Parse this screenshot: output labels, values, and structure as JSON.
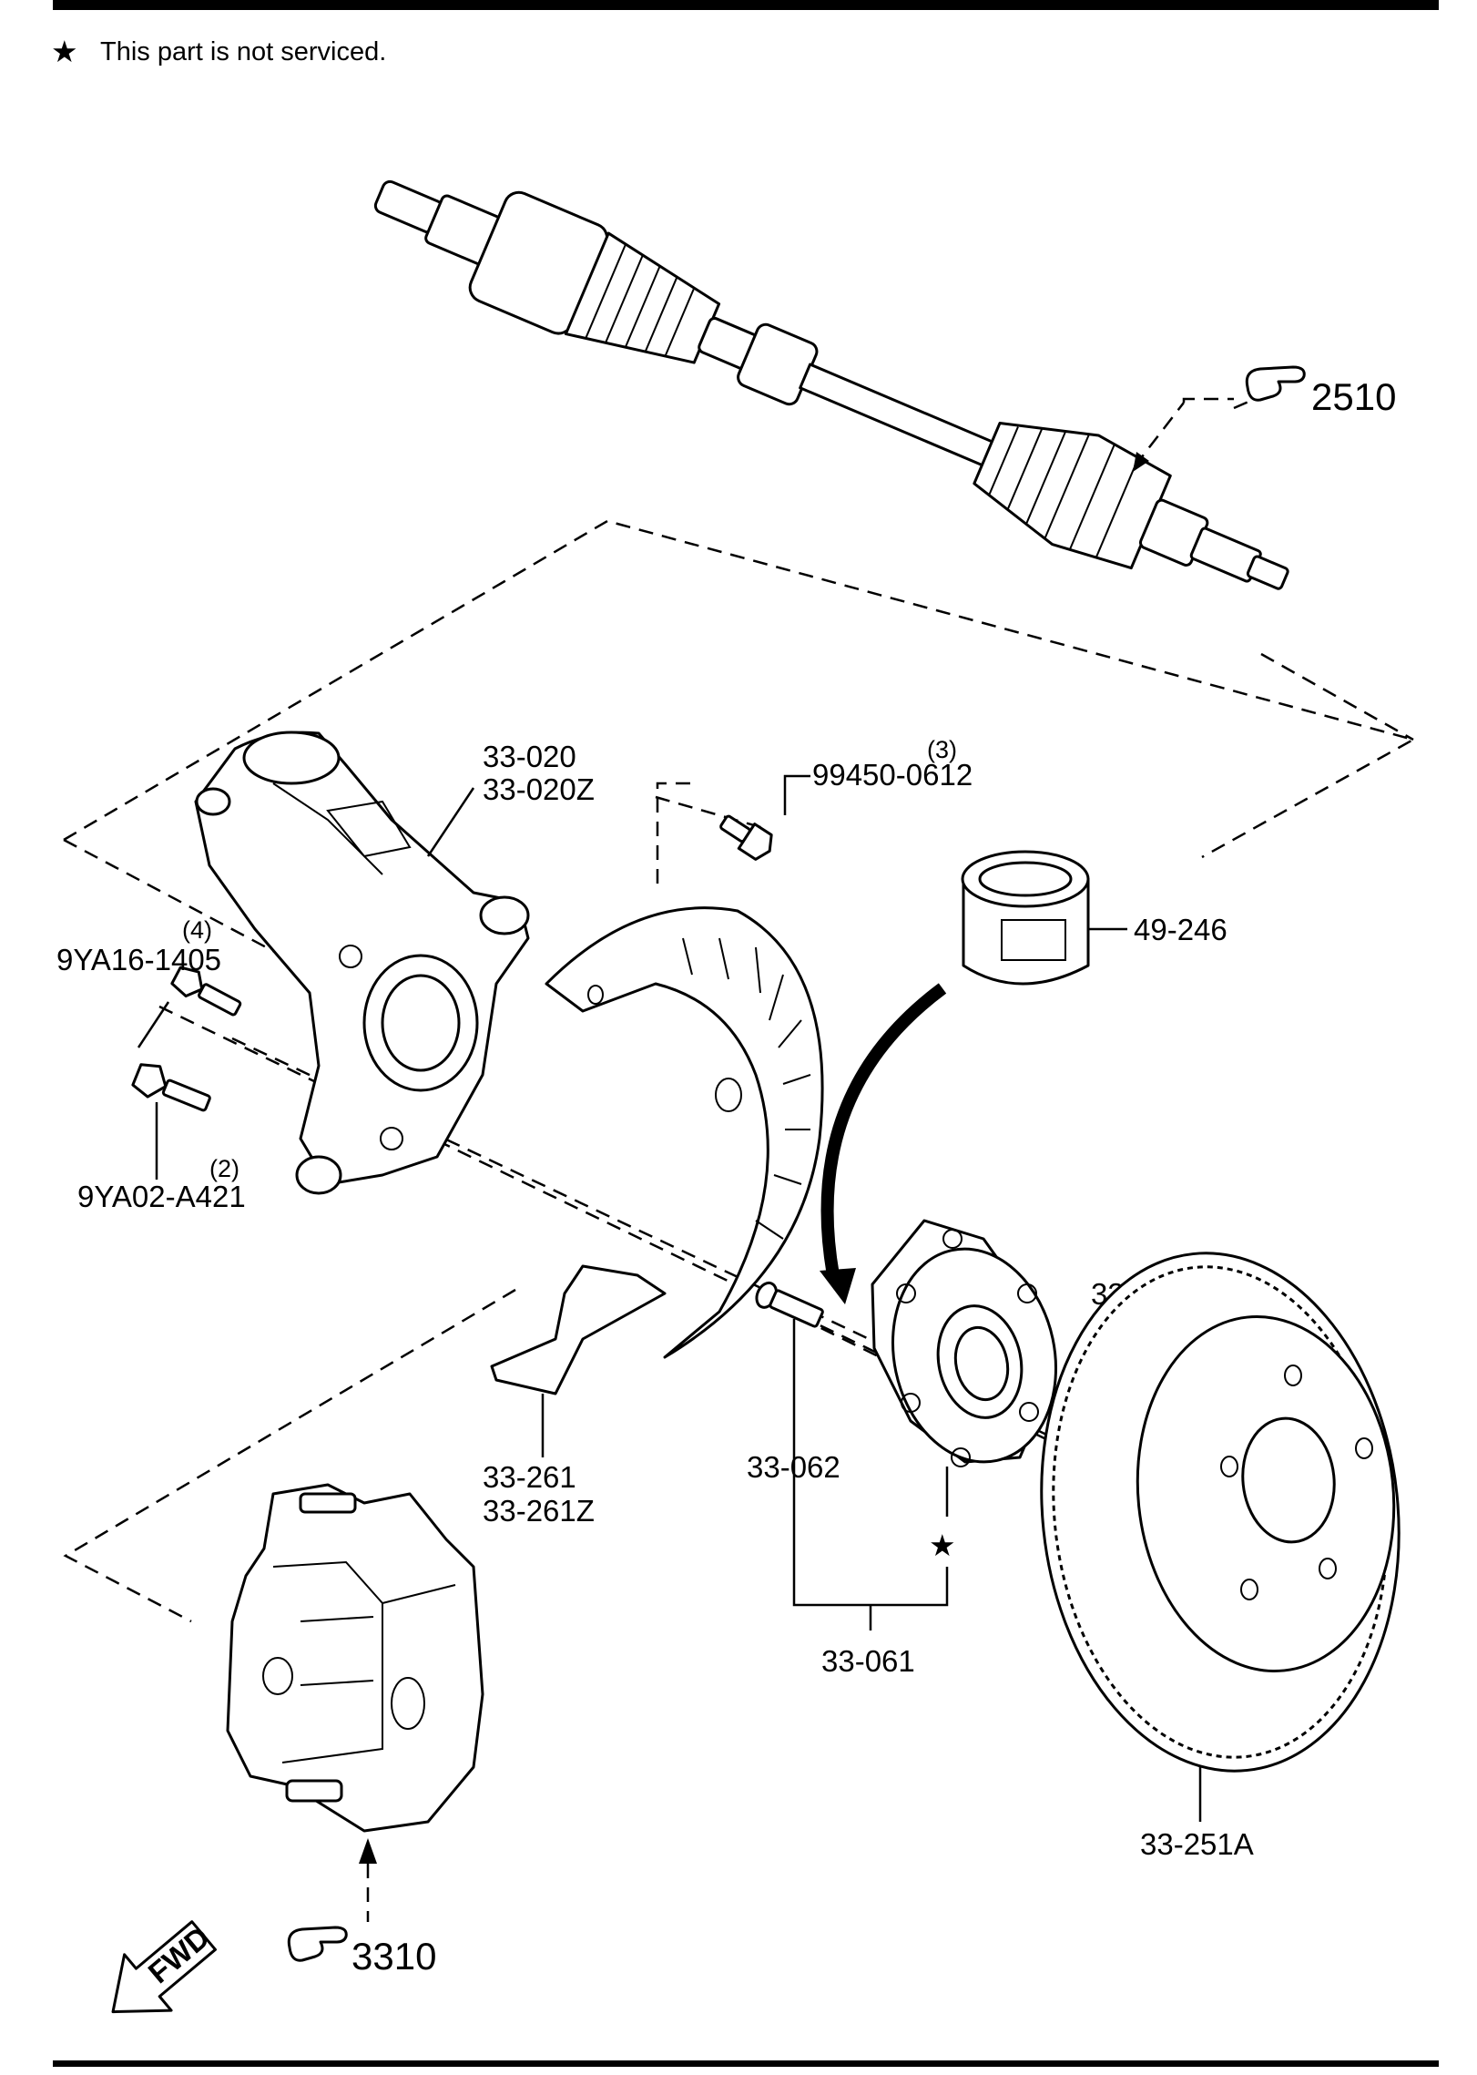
{
  "note": {
    "symbol": "★",
    "text": "This part is not serviced."
  },
  "labels": {
    "knuckle_a": "33-020",
    "knuckle_b": "33-020Z",
    "bolt_upper_qty": "(3)",
    "bolt_upper": "99450-0612",
    "bearing": "49-246",
    "bolt_left1_qty": "(4)",
    "bolt_left1": "9YA16-1405",
    "bolt_left2_qty": "(2)",
    "bolt_left2": "9YA02-A421",
    "dust_shield_a": "33-261",
    "dust_shield_b": "33-261Z",
    "hub_bolt": "33-062",
    "nut": "33-042",
    "hub_star": "★",
    "hub_assembly": "33-061",
    "rotor": "33-251A",
    "fwd": "FWD"
  },
  "references": {
    "driveshaft": "2510",
    "caliper": "3310",
    "pointer_icon": "pointing-hand-icon"
  },
  "colors": {
    "line": "#000000",
    "background": "#ffffff"
  }
}
